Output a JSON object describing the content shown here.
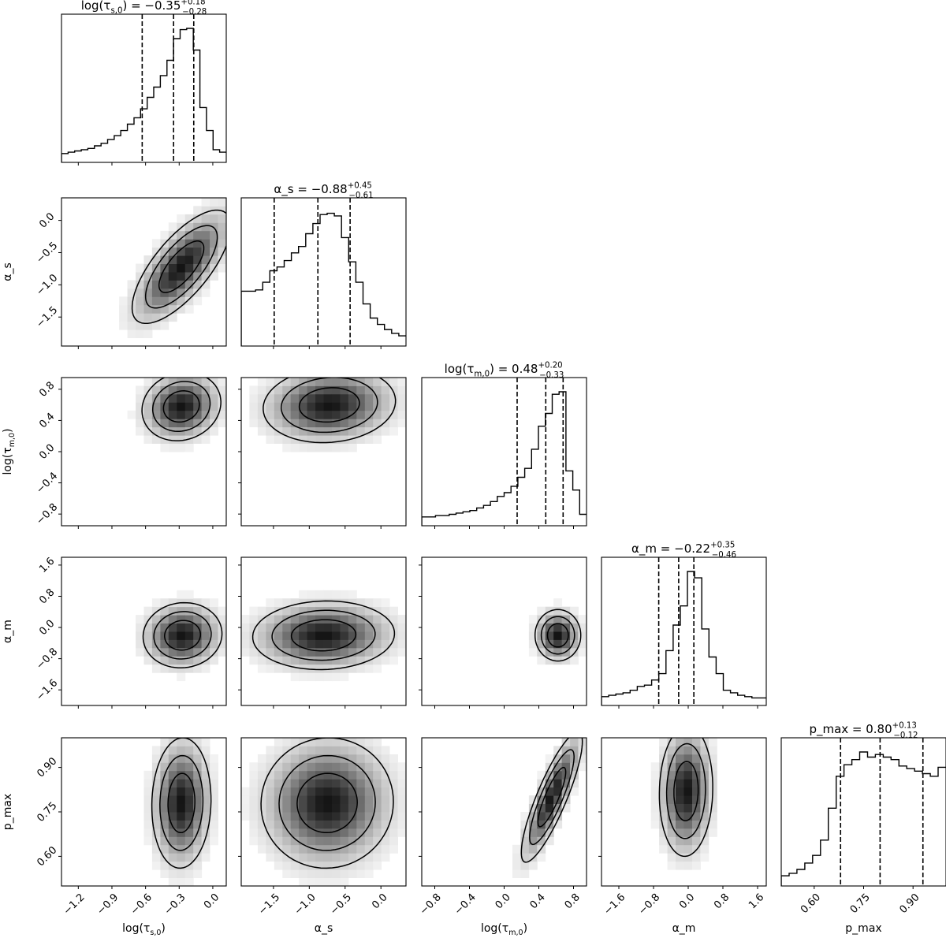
{
  "chart_data": {
    "type": "corner",
    "parameters": [
      {
        "key": "log_tau_s0",
        "label": "log(τ_{s,0})",
        "range": [
          -1.35,
          0.12
        ],
        "ticks": [
          -1.2,
          -0.9,
          -0.6,
          -0.3,
          0.0
        ],
        "tick_labels": [
          "−1.2",
          "−0.9",
          "−0.6",
          "−0.3",
          "0.0"
        ],
        "median": -0.35,
        "q_lo": -0.63,
        "q_hi": -0.17,
        "title": "log(τ_{s,0}) = −0.35^{+0.18}_{−0.28}"
      },
      {
        "key": "alpha_s",
        "label": "α_s",
        "range": [
          -1.95,
          0.35
        ],
        "ticks": [
          -1.5,
          -1.0,
          -0.5,
          0.0
        ],
        "tick_labels": [
          "−1.5",
          "−1.0",
          "−0.5",
          "0.0"
        ],
        "median": -0.88,
        "q_lo": -1.49,
        "q_hi": -0.43,
        "title": "α_s = −0.88^{+0.45}_{−0.61}"
      },
      {
        "key": "log_tau_m0",
        "label": "log(τ_{m,0})",
        "range": [
          -0.95,
          0.95
        ],
        "ticks": [
          -0.8,
          -0.4,
          0.0,
          0.4,
          0.8
        ],
        "tick_labels": [
          "−0.8",
          "−0.4",
          "0.0",
          "0.4",
          "0.8"
        ],
        "median": 0.48,
        "q_lo": 0.15,
        "q_hi": 0.68,
        "title": "log(τ_{m,0}) = 0.48^{+0.20}_{−0.33}"
      },
      {
        "key": "alpha_m",
        "label": "α_m",
        "range": [
          -2.0,
          1.8
        ],
        "ticks": [
          -1.6,
          -0.8,
          0.0,
          0.8,
          1.6
        ],
        "tick_labels": [
          "−1.6",
          "−0.8",
          "0.0",
          "0.8",
          "1.6"
        ],
        "median": -0.22,
        "q_lo": -0.68,
        "q_hi": 0.13,
        "title": "α_m = −0.22^{+0.35}_{−0.46}"
      },
      {
        "key": "p_max",
        "label": "p_max",
        "range": [
          0.5,
          1.0
        ],
        "ticks": [
          0.6,
          0.75,
          0.9
        ],
        "tick_labels": [
          "0.60",
          "0.75",
          "0.90"
        ],
        "median": 0.8,
        "q_lo": 0.68,
        "q_hi": 0.93,
        "title": "p_max = 0.80^{+0.13}_{−0.12}"
      }
    ],
    "histograms": [
      {
        "param": 0,
        "counts": [
          0.02,
          0.03,
          0.04,
          0.05,
          0.06,
          0.08,
          0.1,
          0.13,
          0.16,
          0.2,
          0.25,
          0.3,
          0.37,
          0.46,
          0.54,
          0.63,
          0.75,
          0.92,
          0.99,
          1.0,
          0.83,
          0.38,
          0.2,
          0.05,
          0.03
        ]
      },
      {
        "param": 1,
        "counts": [
          0.38,
          0.38,
          0.39,
          0.45,
          0.54,
          0.57,
          0.62,
          0.68,
          0.73,
          0.83,
          0.91,
          0.98,
          0.99,
          0.97,
          0.8,
          0.61,
          0.45,
          0.28,
          0.17,
          0.12,
          0.08,
          0.05,
          0.03
        ]
      },
      {
        "param": 2,
        "counts": [
          0.02,
          0.02,
          0.03,
          0.03,
          0.04,
          0.05,
          0.06,
          0.07,
          0.09,
          0.11,
          0.14,
          0.18,
          0.21,
          0.26,
          0.33,
          0.4,
          0.55,
          0.73,
          0.83,
          0.98,
          1.0,
          0.38,
          0.23,
          0.04
        ]
      },
      {
        "param": 3,
        "counts": [
          0.02,
          0.03,
          0.04,
          0.05,
          0.07,
          0.1,
          0.11,
          0.15,
          0.2,
          0.38,
          0.58,
          0.73,
          1.0,
          0.95,
          0.55,
          0.33,
          0.2,
          0.07,
          0.05,
          0.03,
          0.02,
          0.01,
          0.01
        ]
      },
      {
        "param": 4,
        "counts": [
          0.03,
          0.05,
          0.08,
          0.13,
          0.19,
          0.31,
          0.56,
          0.81,
          0.9,
          0.94,
          1.0,
          0.96,
          0.98,
          0.96,
          0.94,
          0.89,
          0.87,
          0.85,
          0.83,
          0.81,
          0.88
        ]
      }
    ],
    "pairs": [
      {
        "x": 1,
        "y": 0,
        "mean": [
          -0.28,
          -0.72
        ],
        "sd": [
          0.2,
          0.4
        ],
        "corr": 0.72
      },
      {
        "x": 2,
        "y": 0,
        "mean": [
          -0.28,
          0.58
        ],
        "sd": [
          0.16,
          0.2
        ],
        "corr": 0.12
      },
      {
        "x": 2,
        "y": 1,
        "mean": [
          -0.72,
          0.6
        ],
        "sd": [
          0.42,
          0.22
        ],
        "corr": 0.1
      },
      {
        "x": 3,
        "y": 0,
        "mean": [
          -0.27,
          -0.2
        ],
        "sd": [
          0.16,
          0.38
        ],
        "corr": 0.05
      },
      {
        "x": 3,
        "y": 1,
        "mean": [
          -0.8,
          -0.2
        ],
        "sd": [
          0.45,
          0.4
        ],
        "corr": 0.05
      },
      {
        "x": 3,
        "y": 2,
        "mean": [
          0.62,
          -0.2
        ],
        "sd": [
          0.12,
          0.3
        ],
        "corr": 0.0
      },
      {
        "x": 4,
        "y": 0,
        "mean": [
          -0.28,
          0.78
        ],
        "sd": [
          0.12,
          0.1
        ],
        "corr": 0.05
      },
      {
        "x": 4,
        "y": 1,
        "mean": [
          -0.75,
          0.78
        ],
        "sd": [
          0.42,
          0.1
        ],
        "corr": 0.02
      },
      {
        "x": 4,
        "y": 2,
        "mean": [
          0.55,
          0.8
        ],
        "sd": [
          0.16,
          0.1
        ],
        "corr": 0.85
      },
      {
        "x": 4,
        "y": 3,
        "mean": [
          -0.05,
          0.82
        ],
        "sd": [
          0.28,
          0.1
        ],
        "corr": 0.05
      }
    ],
    "contour_levels": "1σ, 1.5σ, 2σ",
    "grid": false
  }
}
